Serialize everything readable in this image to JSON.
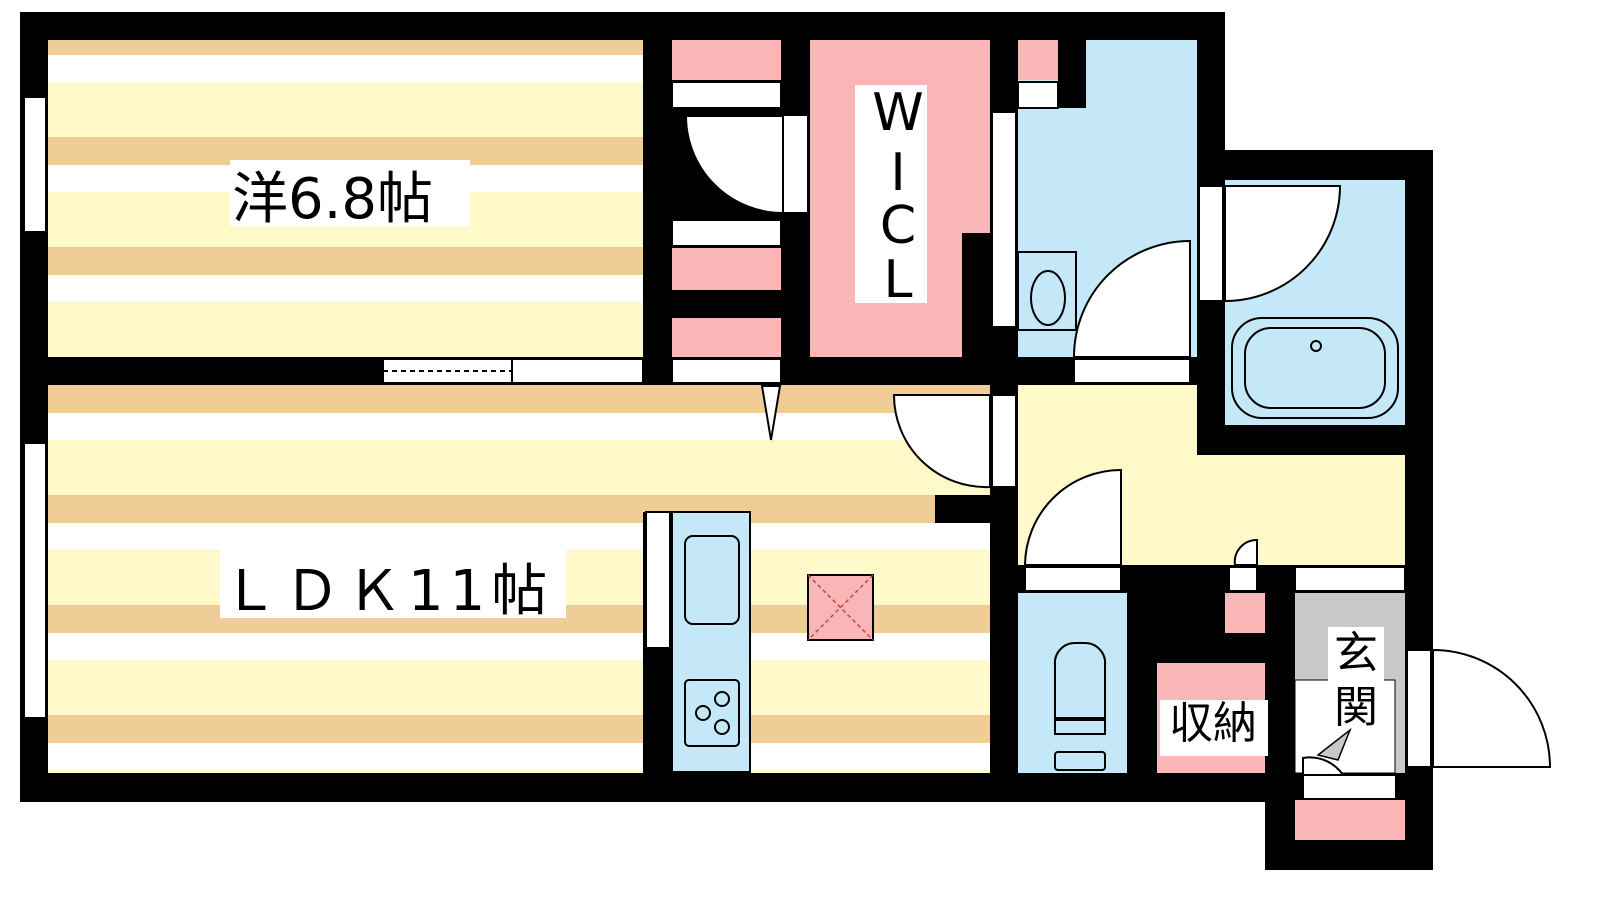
{
  "rooms": {
    "western": {
      "label": "洋6.8帖"
    },
    "ldk": {
      "label": "ＬＤＫ11帖"
    },
    "wicl": {
      "letters": [
        "W",
        "I",
        "C",
        "L"
      ]
    },
    "storage": {
      "label": "収納"
    },
    "entrance": {
      "label": "玄関"
    }
  },
  "colors": {
    "wall": "#000000",
    "floor_cream": "#fff9c9",
    "floor_tan": "#f0cc96",
    "closet_pink": "#f8b6b6",
    "water_blue": "#c4e8f8",
    "entrance_gray": "#c8c8c8"
  }
}
